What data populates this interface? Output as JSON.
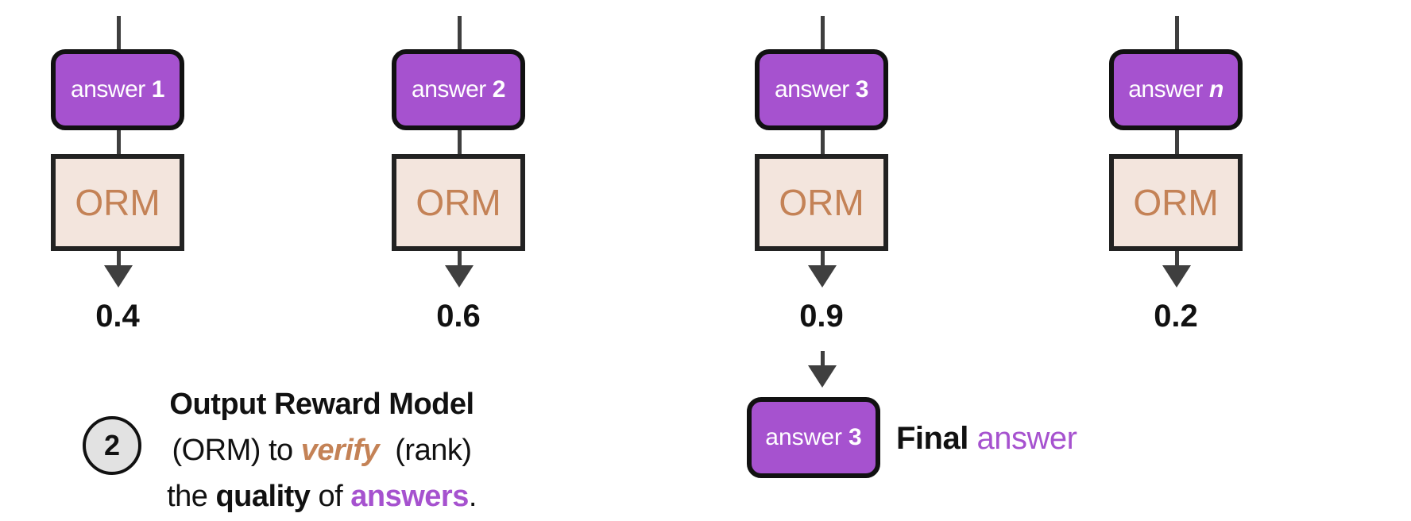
{
  "columns": [
    {
      "answer_word": "answer",
      "answer_num": "1",
      "orm_label": "ORM",
      "score": "0.4"
    },
    {
      "answer_word": "answer",
      "answer_num": "2",
      "orm_label": "ORM",
      "score": "0.6"
    },
    {
      "answer_word": "answer",
      "answer_num": "3",
      "orm_label": "ORM",
      "score": "0.9"
    },
    {
      "answer_word": "answer",
      "answer_num": "n",
      "orm_label": "ORM",
      "score": "0.2"
    }
  ],
  "step": {
    "number": "2",
    "line1_bold": "Output Reward Model",
    "line2_pre": "(ORM) to ",
    "line2_verify": "verify",
    "line2_post": "  (rank)",
    "line3_pre": "the ",
    "line3_quality": "quality",
    "line3_mid": " of ",
    "line3_answers": "answers",
    "line3_post": "."
  },
  "final": {
    "answer_word": "answer",
    "answer_num": "3",
    "label_bold": "Final",
    "label_colored": "answer"
  },
  "colors": {
    "answer_fill": "#a652cf",
    "orm_fill": "#f3e5dd",
    "orm_text": "#c48256",
    "line": "#3f3f3f"
  }
}
